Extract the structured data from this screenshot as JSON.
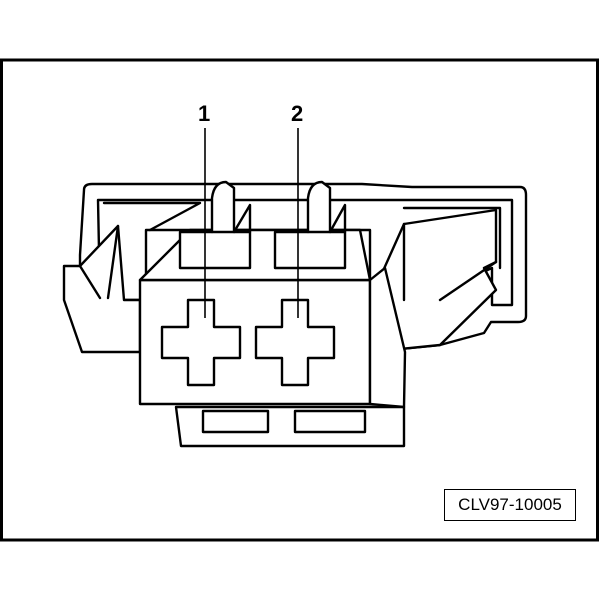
{
  "callouts": [
    {
      "id": "1",
      "label": "1"
    },
    {
      "id": "2",
      "label": "2"
    }
  ],
  "figure_code": "CLV97-10005",
  "colors": {
    "stroke": "#000000",
    "fill": "#ffffff"
  }
}
